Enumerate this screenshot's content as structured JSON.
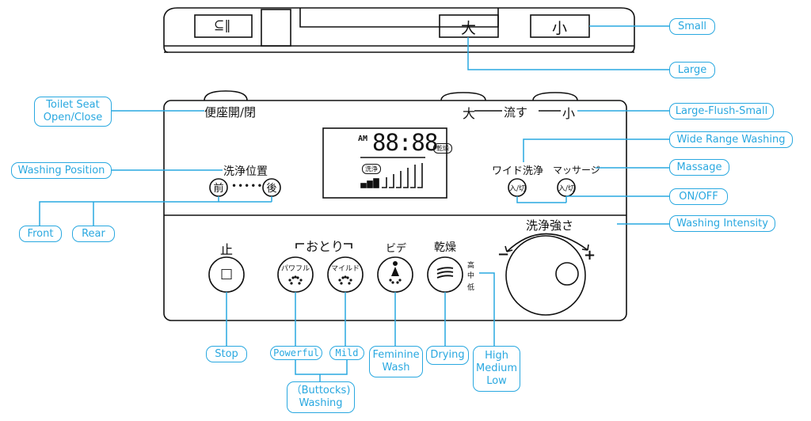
{
  "device": {
    "top_unit": {
      "seat_symbol": "⊆‖",
      "large_button": "大",
      "small_button": "小"
    },
    "panel": {
      "seat_open_close": "便座開/閉",
      "flush_large": "大",
      "flush_label": "流す",
      "flush_small": "小",
      "display": {
        "am": "AM",
        "time": "88:88",
        "dry_badge": "乾燥",
        "wash_badge": "洗浄"
      },
      "washing_position": "洗浄位置",
      "front": "前",
      "dots": "•••••",
      "rear": "後",
      "wide_wash": "ワイド洗浄",
      "massage": "マッサージ",
      "on_off": "入/切",
      "stop_label": "止",
      "stop_symbol": "□",
      "buttocks_label": "おとり",
      "powerful": "パワフル",
      "mild": "マイルド",
      "bidet_label": "ビデ",
      "dry_label": "乾燥",
      "level_high": "高",
      "level_mid": "中",
      "level_low": "低",
      "intensity_label": "洗浄強さ",
      "minus": "−",
      "plus": "+"
    }
  },
  "callouts": {
    "small": "Small",
    "large": "Large",
    "toilet_seat": "Toilet Seat Open/Close",
    "large_flush_small": "Large-Flush-Small",
    "wide_range": "Wide Range Washing",
    "washing_position": "Washing Position",
    "massage": "Massage",
    "on_off": "ON/OFF",
    "washing_intensity": "Washing Intensity",
    "front": "Front",
    "rear": "Rear",
    "stop": "Stop",
    "powerful": "Powerful",
    "mild": "Mild",
    "buttocks_washing": "（Buttocks) Washing",
    "feminine_wash": "Feminine Wash",
    "drying": "Drying",
    "high_medium_low": "High Medium Low"
  },
  "colors": {
    "callout": "#29a8e0",
    "outline": "#111111"
  }
}
